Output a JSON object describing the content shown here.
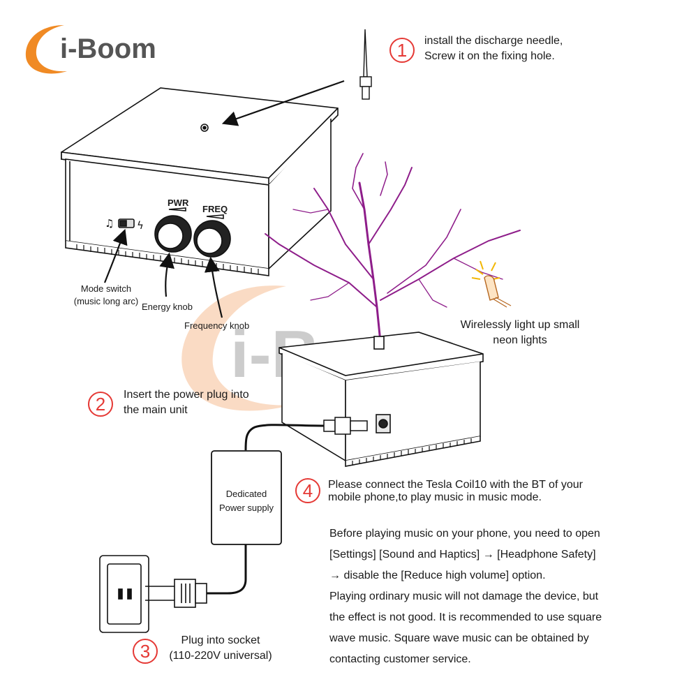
{
  "brand": {
    "logo_text": "i-Boom",
    "watermark_text": "i-Boom",
    "accent_color": "#f08a24",
    "step_color": "#e53935"
  },
  "steps": [
    {
      "number": "1",
      "lines": [
        "install the discharge needle,",
        "Screw it on the fixing hole."
      ]
    },
    {
      "number": "2",
      "lines": [
        "Insert the power plug into",
        "the main unit"
      ]
    },
    {
      "number": "3",
      "lines": [
        "Plug into socket",
        "(110-220V universal)"
      ]
    },
    {
      "number": "4",
      "lines": [
        "Please connect the Tesla Coil10 with the BT of your",
        "mobile phone,to play music in music mode."
      ]
    }
  ],
  "device_labels": {
    "pwr": "PWR",
    "freq": "FREQ",
    "mode_switch": [
      "Mode switch",
      "(music long arc)"
    ],
    "energy_knob": "Energy knob",
    "frequency_knob": "Frequency knob"
  },
  "neon_caption": [
    "Wirelessly light up small",
    "neon lights"
  ],
  "power_supply_label": [
    "Dedicated",
    "Power supply"
  ],
  "notes": [
    "Before playing music on your phone, you need to open",
    "[Settings] [Sound and Haptics] → [Headphone Safety]",
    "→ disable the [Reduce high volume] option.",
    "Playing ordinary music will not damage the device, but",
    "the effect is not good. It is recommended to use square",
    "wave music. Square wave music can be obtained by",
    "contacting customer service."
  ]
}
